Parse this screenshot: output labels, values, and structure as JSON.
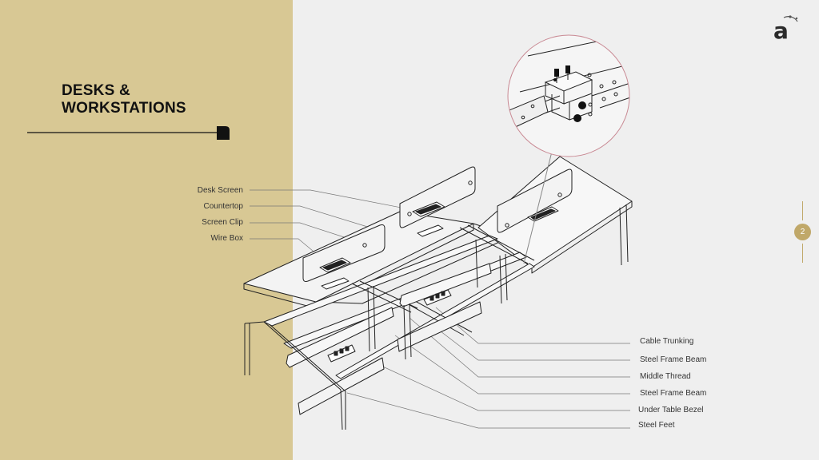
{
  "slide": {
    "title_line1": "DESKS &",
    "title_line2": "WORKSTATIONS",
    "page_number": "2"
  },
  "colors": {
    "left_panel": "#d8c894",
    "background": "#efefef",
    "accent": "#c0a869",
    "detail_circle": "#c98a94"
  },
  "logo": {
    "letter": "a",
    "icon": "brand-logo"
  },
  "labels_left": {
    "desk_screen": "Desk Screen",
    "countertop": "Countertop",
    "screen_clip": "Screen Clip",
    "wire_box": "Wire Box"
  },
  "labels_right": {
    "cable_trunking": "Cable Trunking",
    "steel_frame_beam_1": "Steel Frame Beam",
    "middle_thread": "Middle Thread",
    "steel_frame_beam_2": "Steel Frame Beam",
    "under_table_bezel": "Under Table Bezel",
    "steel_feet": "Steel Feet"
  }
}
